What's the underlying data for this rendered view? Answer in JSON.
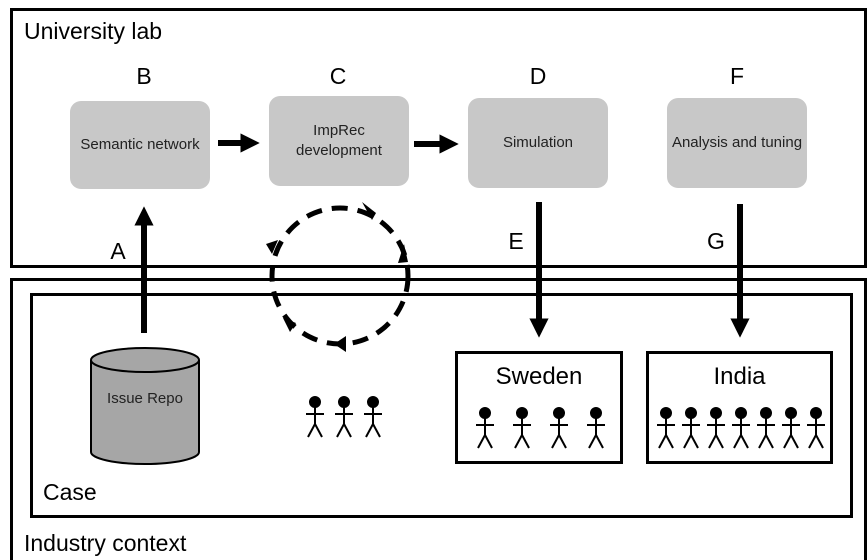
{
  "frames": {
    "university": "University lab",
    "industry": "Industry context",
    "case": "Case"
  },
  "steps": {
    "A": "A",
    "B": "B",
    "C": "C",
    "D": "D",
    "E": "E",
    "F": "F",
    "G": "G"
  },
  "boxes": {
    "semantic": "Semantic network",
    "imprec": "ImpRec development",
    "simulation": "Simulation",
    "analysis": "Analysis and tuning"
  },
  "repo": "Issue Repo",
  "sites": {
    "sweden": "Sweden",
    "india": "India"
  },
  "people": {
    "case_count": 3,
    "sweden_count": 4,
    "india_count": 7
  },
  "colors": {
    "box_fill": "#c8c8c8",
    "repo_fill": "#a6a6a6",
    "line": "#000000"
  }
}
